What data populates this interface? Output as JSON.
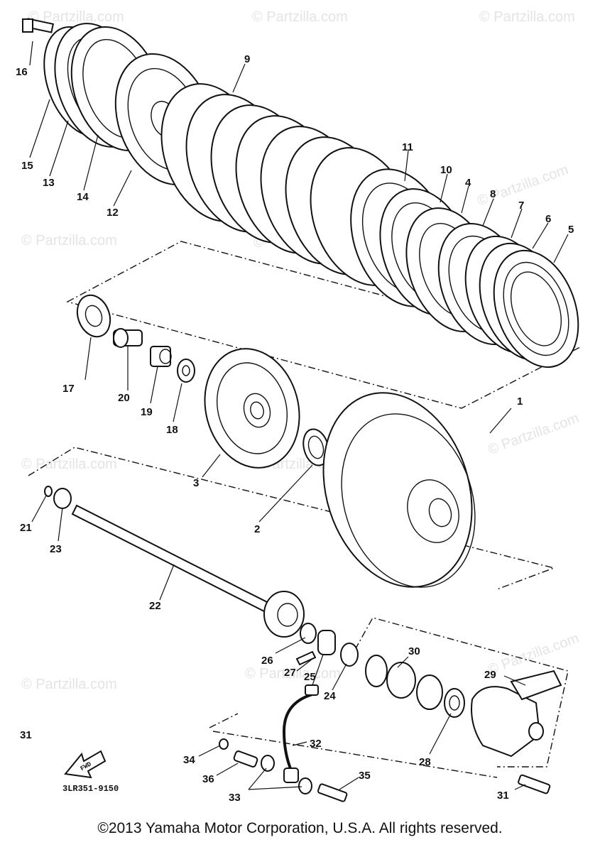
{
  "watermark": "© Partzilla.com",
  "diagram_code": "3LR351-9150",
  "front_arrow_label": "FWD",
  "copyright": "©2013 Yamaha Motor Corporation, U.S.A. All rights reserved.",
  "callouts": {
    "c1": "1",
    "c2": "2",
    "c3": "3",
    "c4": "4",
    "c5": "5",
    "c6": "6",
    "c7": "7",
    "c8": "8",
    "c9": "9",
    "c10": "10",
    "c11": "11",
    "c12": "12",
    "c13": "13",
    "c14": "14",
    "c15": "15",
    "c16": "16",
    "c17": "17",
    "c18": "18",
    "c19": "19",
    "c20": "20",
    "c21": "21",
    "c22": "22",
    "c23": "23",
    "c24": "24",
    "c25": "25",
    "c26": "26",
    "c27": "27",
    "c28": "28",
    "c29": "29",
    "c30": "30",
    "c31a": "31",
    "c31b": "31",
    "c32": "32",
    "c33": "33",
    "c34": "34",
    "c35": "35",
    "c36": "36"
  }
}
